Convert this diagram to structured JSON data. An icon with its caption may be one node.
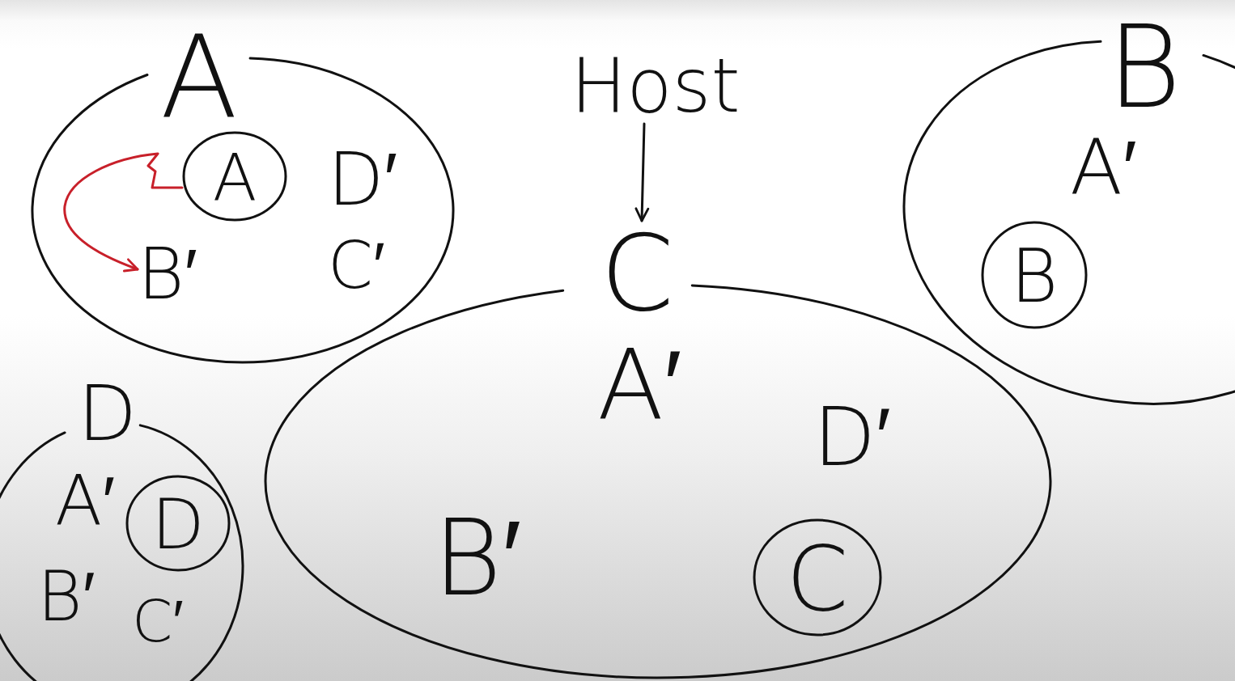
{
  "diagram": {
    "nodes": [
      {
        "text": [
          "A"
        ]
      },
      {
        "text": [
          "A"
        ],
        "in": 0
      },
      {
        "text": [
          "B′"
        ],
        "in": 0
      },
      {
        "text": [
          "Host"
        ]
      },
      {
        "text": [
          "B"
        ]
      },
      {
        "text": [
          "B"
        ],
        "in": 4
      },
      {
        "text": [
          "D"
        ]
      },
      {
        "text": [
          "D"
        ],
        "in": 6
      },
      {
        "text": [
          "C"
        ]
      },
      {
        "text": [
          "C"
        ],
        "in": 8
      }
    ],
    "edges": [
      {
        "from": 1,
        "to": 2,
        "arrow": "to",
        "color": "#c8202a"
      },
      {
        "from": 3,
        "to": 8,
        "arrow": "to",
        "color": "#111111"
      }
    ],
    "labels": [
      "D′",
      "C′",
      "A′",
      "A′",
      "D′",
      "B′",
      "A′",
      "B′",
      "C′"
    ]
  }
}
